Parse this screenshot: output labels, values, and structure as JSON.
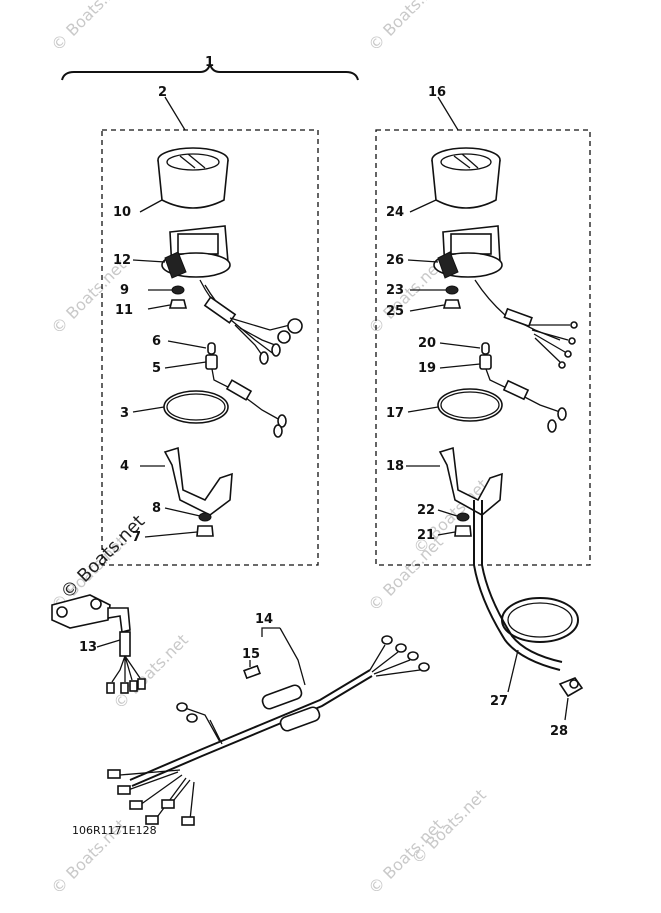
{
  "diagram": {
    "callouts": [
      "1",
      "2",
      "16",
      "10",
      "12",
      "9",
      "11",
      "6",
      "5",
      "3",
      "4",
      "8",
      "7",
      "24",
      "26",
      "23",
      "25",
      "20",
      "19",
      "17",
      "18",
      "22",
      "21",
      "13",
      "14",
      "15",
      "27",
      "28"
    ],
    "drawing_code": "106R1171E128"
  },
  "watermarks": [
    "© Boats.net",
    "© Boats.net",
    "© Boats.net",
    "© Boats.net",
    "© Boats.net",
    "© Boats.net",
    "© Boats.net",
    "© Boats.net",
    "© Boats.net",
    "© Boats.net",
    "© Boats.net",
    "© Boats.net"
  ]
}
